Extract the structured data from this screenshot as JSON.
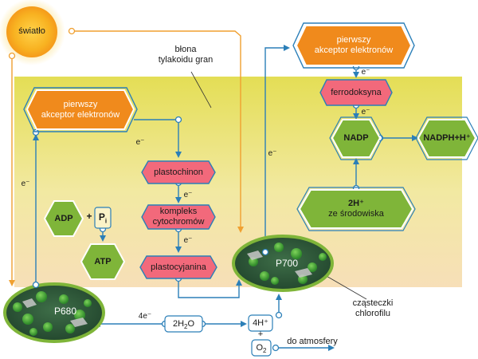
{
  "sun": {
    "label": "światło"
  },
  "membrane": {
    "line1": "błona",
    "line2": "tylakoidu gran"
  },
  "psii": {
    "label": "P680"
  },
  "psi": {
    "label": "P700"
  },
  "chlorophyll": {
    "line1": "cząsteczki",
    "line2": "chlorofilu"
  },
  "acceptor1": {
    "line1": "pierwszy",
    "line2": "akceptor elektronów"
  },
  "acceptor2": {
    "line1": "pierwszy",
    "line2": "akceptor elektronów"
  },
  "plastoquinone": {
    "label": "plastochinon"
  },
  "cytochrome": {
    "line1": "kompleks",
    "line2": "cytochromów"
  },
  "plastocyanin": {
    "label": "plastocyjanina"
  },
  "ferredoxin": {
    "label": "ferrodoksyna"
  },
  "nadp": {
    "label": "NADP"
  },
  "nadph": {
    "label": "NADPH+H⁺"
  },
  "h_env": {
    "line1": "2H⁺",
    "line2": "ze środowiska"
  },
  "adp": {
    "label": "ADP"
  },
  "plus1": "+",
  "pi": {
    "main": "P",
    "sub": "i"
  },
  "atp": {
    "label": "ATP"
  },
  "electron": "e⁻",
  "electron4": "4e⁻",
  "water": {
    "main": "2H",
    "sub": "2",
    "tail": "O"
  },
  "protons": "4H⁺",
  "plus2": "+",
  "oxygen": {
    "main": "O",
    "sub": "2"
  },
  "to_atmosphere": "do atmosfery",
  "colors": {
    "orange": "#f08a1c",
    "pink": "#f2697b",
    "green": "#7fb539",
    "green_dark": "#5d8f2a",
    "blue": "#2b7fb8",
    "band": "#e8e16a",
    "ellipse": "#2d5a3a"
  }
}
